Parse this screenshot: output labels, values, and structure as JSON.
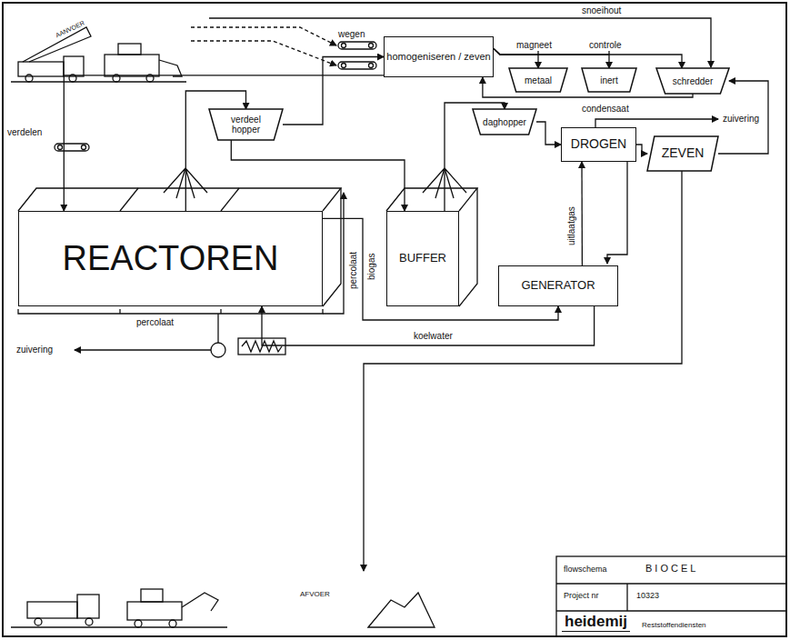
{
  "diagram": {
    "nodes": [
      {
        "text": [
          "homogeniseren / zeven"
        ]
      },
      {
        "text": [
          "metaal"
        ]
      },
      {
        "text": [
          "inert"
        ]
      },
      {
        "text": [
          "schredder"
        ]
      },
      {
        "text": [
          "verdeel hopper"
        ]
      },
      {
        "text": [
          "daghopper"
        ]
      },
      {
        "text": [
          "DROGEN"
        ]
      },
      {
        "text": [
          "ZEVEN"
        ]
      },
      {
        "text": [
          "REACTOREN"
        ]
      },
      {
        "text": [
          "BUFFER"
        ]
      },
      {
        "text": [
          "GENERATOR"
        ]
      }
    ],
    "edges": [
      {
        "from": 0,
        "to": 1,
        "arrow": "to"
      },
      {
        "from": 0,
        "to": 2,
        "arrow": "to"
      },
      {
        "from": 0,
        "to": 3,
        "arrow": "to"
      },
      {
        "from": 7,
        "to": 3,
        "arrow": "to"
      },
      {
        "from": 3,
        "to": 0,
        "arrow": "to"
      },
      {
        "from": 0,
        "to": 8,
        "arrow": "to"
      },
      {
        "from": 8,
        "to": 4,
        "arrow": "to"
      },
      {
        "from": 4,
        "to": 0,
        "arrow": "to"
      },
      {
        "from": 4,
        "to": 9,
        "arrow": "to"
      },
      {
        "from": 9,
        "to": 5,
        "arrow": "to"
      },
      {
        "from": 5,
        "to": 6,
        "arrow": "to"
      },
      {
        "from": 6,
        "to": 7,
        "arrow": "to"
      },
      {
        "from": 10,
        "to": 6,
        "arrow": "to"
      },
      {
        "from": 8,
        "to": 10,
        "arrow": "to"
      },
      {
        "from": 10,
        "to": 8,
        "arrow": "to"
      }
    ],
    "labels": [
      "AANVOER",
      "snoeihout",
      "wegen",
      "magneet",
      "controle",
      "condensaat",
      "zuivering",
      "verdelen",
      "percolaat",
      "biogas",
      "uitlaatgas",
      "percolaat",
      "koelwater",
      "zuivering",
      "AFVOER",
      "flowschema",
      "BIOCEL",
      "Project nr",
      "10323",
      "heidemij",
      "Reststoffendiensten"
    ]
  }
}
